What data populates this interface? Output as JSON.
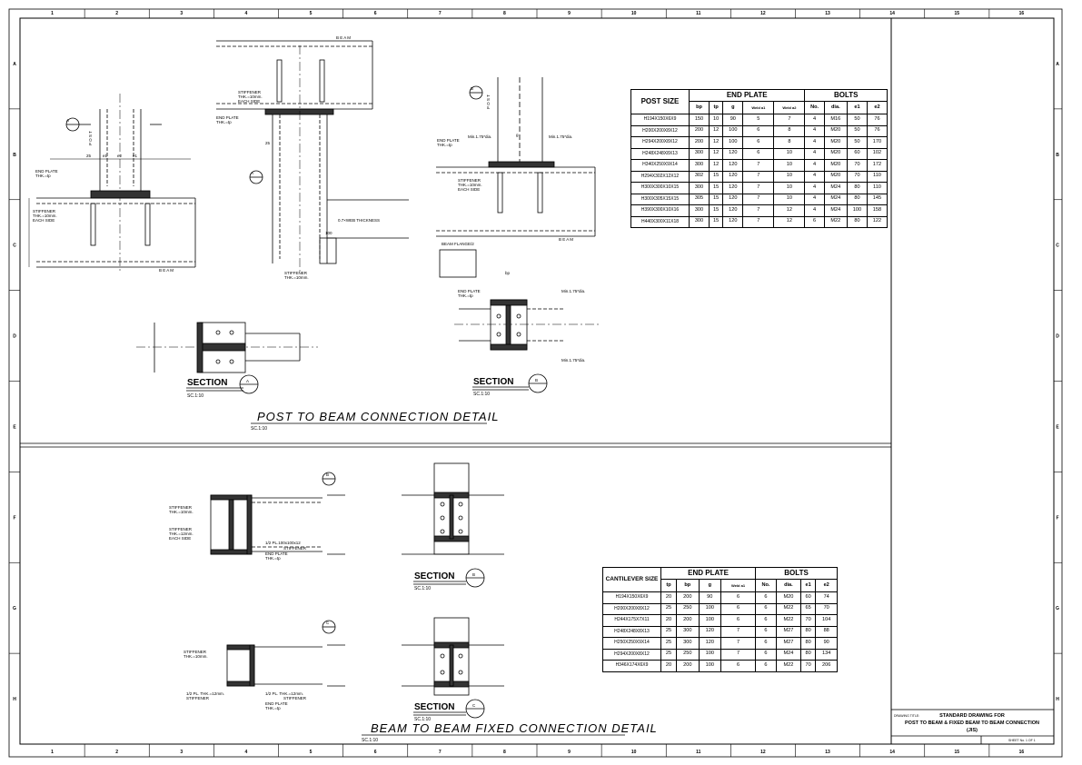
{
  "grid": {
    "columns": [
      "1",
      "2",
      "3",
      "4",
      "5",
      "6",
      "7",
      "8",
      "9",
      "10",
      "11",
      "12",
      "13",
      "14",
      "15",
      "16"
    ],
    "rows": [
      "A",
      "B",
      "C",
      "D",
      "E",
      "F",
      "G",
      "H"
    ]
  },
  "top": {
    "title": "POST TO BEAM CONNECTION DETAIL",
    "scale": "SC.1:10",
    "section_a": {
      "word": "SECTION",
      "mark": "A",
      "scale": "SC.1:10"
    },
    "section_b": {
      "word": "SECTION",
      "mark": "B",
      "scale": "SC.1:10"
    },
    "labels": {
      "beam": "B E A M",
      "post": "P O S T",
      "end_plate": "END PLATE",
      "thk_tp": "THK.=tp",
      "stiffener": "STIFFENER",
      "thk_10": "THK.=10mm.",
      "each_side": "EACH SIDE",
      "web_thickness": "0.7×WEB THICKNESS",
      "min_dia": "Min.1.75*dia.",
      "beam_flange": "BEAM FLANGE/2",
      "g": "g",
      "e1": "e1",
      "e2": "e2",
      "d25": "25",
      "d100": "100",
      "bp": "bp",
      "a": "A",
      "b": "B"
    }
  },
  "bottom": {
    "title": "BEAM TO BEAM FIXED CONNECTION DETAIL",
    "scale": "SC.1:10",
    "section_b": {
      "word": "SECTION",
      "mark": "B",
      "scale": "SC.1:10"
    },
    "section_c": {
      "word": "SECTION",
      "mark": "C",
      "scale": "SC.1:10"
    },
    "labels": {
      "stiffener": "STIFFENER",
      "thk_10": "THK.=10mm.",
      "thk_12": "THK.=12mm.",
      "each_side": "EACH SIDE",
      "half_pl": "1/2 PL.100x100x12",
      "half_pl_thk": "1/2 PL. THK.=12mm.",
      "end_plate": "END PLATE",
      "thk_tp": "THK.=tp",
      "b": "B",
      "c": "C"
    }
  },
  "post_table": {
    "h_post_size": "POST SIZE",
    "h_end_plate": "END PLATE",
    "h_bolts": "BOLTS",
    "sub": [
      "bp",
      "tp",
      "g",
      "Weld a1",
      "Weld a2",
      "No.",
      "dia.",
      "e1",
      "e2"
    ],
    "rows": [
      [
        "H194X150X6X9",
        "150",
        "10",
        "90",
        "5",
        "7",
        "4",
        "M16",
        "50",
        "76"
      ],
      [
        "H200X200X8X12",
        "200",
        "12",
        "100",
        "6",
        "8",
        "4",
        "M20",
        "50",
        "76"
      ],
      [
        "H294X200X8X12",
        "200",
        "12",
        "100",
        "6",
        "8",
        "4",
        "M20",
        "50",
        "170"
      ],
      [
        "H248X248X8X13",
        "300",
        "12",
        "120",
        "6",
        "10",
        "4",
        "M20",
        "60",
        "102"
      ],
      [
        "H340X250X9X14",
        "300",
        "12",
        "120",
        "7",
        "10",
        "4",
        "M20",
        "70",
        "172"
      ],
      [
        "H294X302X12X12",
        "302",
        "15",
        "120",
        "7",
        "10",
        "4",
        "M20",
        "70",
        "110"
      ],
      [
        "H300X300X10X15",
        "300",
        "15",
        "120",
        "7",
        "10",
        "4",
        "M24",
        "80",
        "110"
      ],
      [
        "H300X305X15X15",
        "305",
        "15",
        "120",
        "7",
        "10",
        "4",
        "M24",
        "80",
        "145"
      ],
      [
        "H390X300X10X16",
        "300",
        "15",
        "120",
        "7",
        "12",
        "4",
        "M24",
        "100",
        "158"
      ],
      [
        "H440X300X11X18",
        "300",
        "15",
        "120",
        "7",
        "12",
        "6",
        "M22",
        "80",
        "122"
      ]
    ]
  },
  "cant_table": {
    "h_size": "CANTILEVER SIZE",
    "h_end_plate": "END PLATE",
    "h_bolts": "BOLTS",
    "sub": [
      "tp",
      "bp",
      "g",
      "Weld a1",
      "No.",
      "dia.",
      "e1",
      "e2"
    ],
    "rows": [
      [
        "H194X150X6X9",
        "20",
        "200",
        "90",
        "6",
        "6",
        "M20",
        "60",
        "74"
      ],
      [
        "H200X200X8X12",
        "25",
        "250",
        "100",
        "6",
        "6",
        "M22",
        "65",
        "70"
      ],
      [
        "H244X175X7X11",
        "20",
        "200",
        "100",
        "6",
        "6",
        "M22",
        "70",
        "104"
      ],
      [
        "H248X248X8X13",
        "25",
        "300",
        "120",
        "7",
        "6",
        "M27",
        "80",
        "88"
      ],
      [
        "H250X250X9X14",
        "25",
        "300",
        "120",
        "7",
        "6",
        "M27",
        "80",
        "90"
      ],
      [
        "H294X200X8X12",
        "25",
        "250",
        "100",
        "7",
        "6",
        "M24",
        "80",
        "134"
      ],
      [
        "H346X174X6X9",
        "20",
        "200",
        "100",
        "6",
        "6",
        "M22",
        "70",
        "206"
      ]
    ]
  },
  "title_block": {
    "drawing_title_label": "DRAWING TITLE:",
    "line1": "STANDARD DRAWING FOR",
    "line2": "POST TO BEAM & FIXED BEAM TO BEAM CONNECTION",
    "line3": "(JIS)",
    "sheet": "SHEET No. 1 OF 1"
  }
}
